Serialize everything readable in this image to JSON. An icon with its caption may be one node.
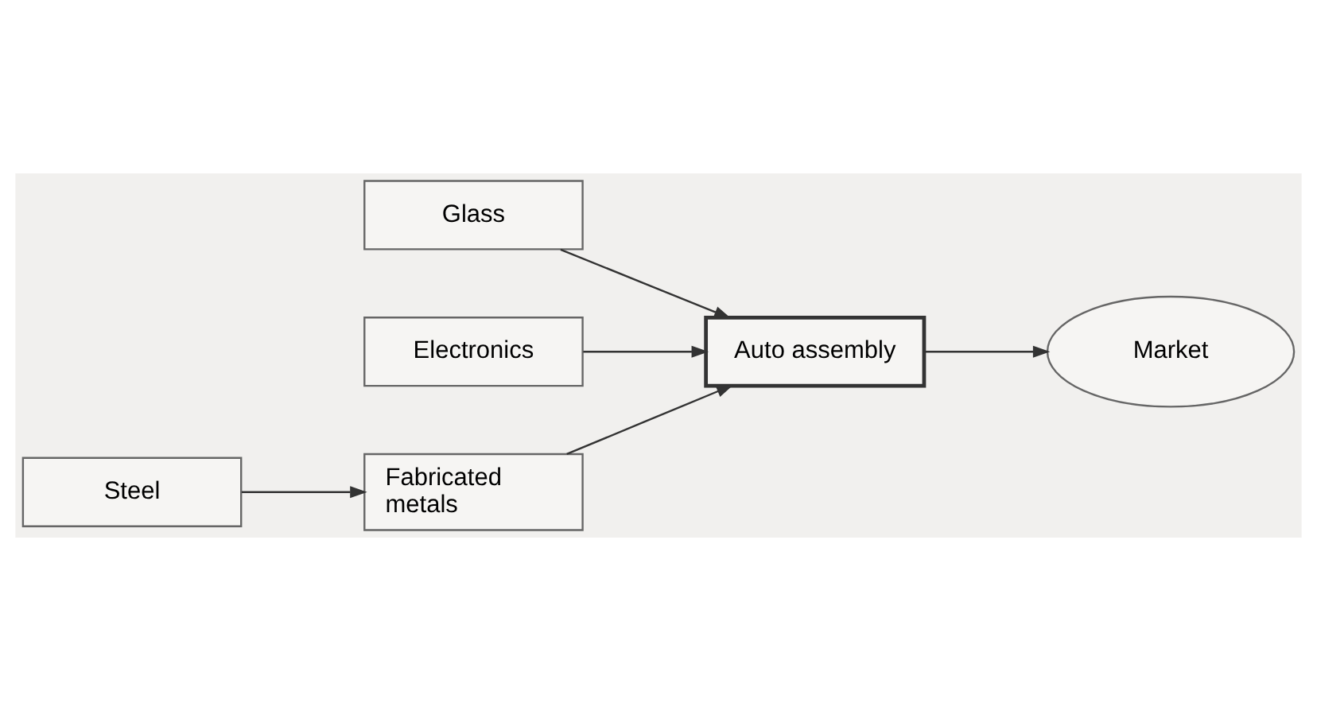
{
  "diagram": {
    "nodes": [
      {
        "text": [
          "Glass"
        ]
      },
      {
        "text": [
          "Electronics"
        ]
      },
      {
        "text": [
          "Auto assembly"
        ]
      },
      {
        "text": [
          "Market"
        ]
      },
      {
        "text": [
          "Fabricated metals"
        ]
      },
      {
        "text": [
          "Steel"
        ]
      }
    ],
    "edges": [
      {
        "from": 0,
        "to": 2,
        "arrow": "to"
      },
      {
        "from": 1,
        "to": 2,
        "arrow": "to"
      },
      {
        "from": 4,
        "to": 2,
        "arrow": "to"
      },
      {
        "from": 2,
        "to": 3,
        "arrow": "to"
      },
      {
        "from": 5,
        "to": 4,
        "arrow": "to"
      }
    ]
  }
}
